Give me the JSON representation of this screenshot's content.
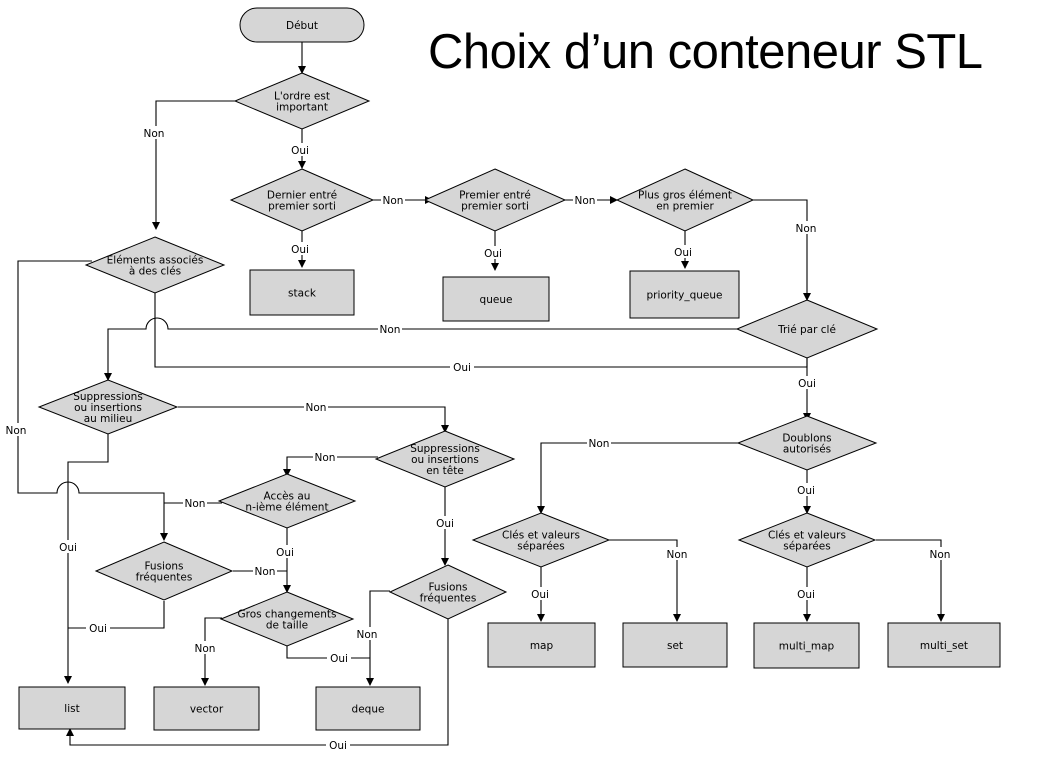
{
  "title": "Choix d’un conteneur STL",
  "nodes": {
    "debut": "Début",
    "ordre": [
      "L'ordre est",
      "important"
    ],
    "dernier": [
      "Dernier entré",
      "premier sorti"
    ],
    "premier": [
      "Premier entré",
      "premier sorti"
    ],
    "plusgros": [
      "Plus gros élément",
      "en premier"
    ],
    "elements": [
      "Eléments associés",
      "à des clés"
    ],
    "trie": [
      "Trié par clé"
    ],
    "suppr_milieu": [
      "Suppressions",
      "ou insertions",
      "au milieu"
    ],
    "suppr_tete": [
      "Suppressions",
      "ou insertions",
      "en tête"
    ],
    "doublons": [
      "Doublons",
      "autorisés"
    ],
    "acces": [
      "Accès au",
      "n-ième élément"
    ],
    "fusions1": [
      "Fusions",
      "fréquentes"
    ],
    "gros": [
      "Gros changements",
      "de taille"
    ],
    "fusions2": [
      "Fusions",
      "fréquentes"
    ],
    "cles1": [
      "Clés et valeurs",
      "séparées"
    ],
    "cles2": [
      "Clés et valeurs",
      "séparées"
    ],
    "stack": "stack",
    "queue": "queue",
    "priority_queue": "priority_queue",
    "list": "list",
    "vector": "vector",
    "deque": "deque",
    "map": "map",
    "set": "set",
    "multi_map": "multi_map",
    "multi_set": "multi_set"
  },
  "labels": {
    "oui": "Oui",
    "non": "Non"
  }
}
